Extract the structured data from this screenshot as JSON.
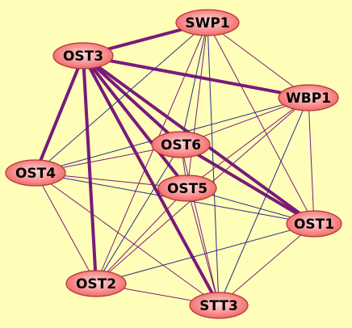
{
  "network": {
    "nodes": [
      {
        "id": "SWP1",
        "label": "SWP1"
      },
      {
        "id": "OST3",
        "label": "OST3"
      },
      {
        "id": "WBP1",
        "label": "WBP1"
      },
      {
        "id": "OST6",
        "label": "OST6"
      },
      {
        "id": "OST4",
        "label": "OST4"
      },
      {
        "id": "OST5",
        "label": "OST5"
      },
      {
        "id": "OST1",
        "label": "OST1"
      },
      {
        "id": "OST2",
        "label": "OST2"
      },
      {
        "id": "STT3",
        "label": "STT3"
      }
    ],
    "edges": [
      {
        "from": "OST3",
        "to": "SWP1",
        "strength": "strong"
      },
      {
        "from": "OST3",
        "to": "WBP1",
        "strength": "strong"
      },
      {
        "from": "OST3",
        "to": "OST6",
        "strength": "strong"
      },
      {
        "from": "OST3",
        "to": "OST5",
        "strength": "strong"
      },
      {
        "from": "OST3",
        "to": "OST1",
        "strength": "strong"
      },
      {
        "from": "OST3",
        "to": "OST4",
        "strength": "strong"
      },
      {
        "from": "OST3",
        "to": "OST2",
        "strength": "strong"
      },
      {
        "from": "OST3",
        "to": "STT3",
        "strength": "strong"
      },
      {
        "from": "OST6",
        "to": "OST1",
        "strength": "strong"
      },
      {
        "from": "SWP1",
        "to": "OST6",
        "strength": "weak"
      },
      {
        "from": "SWP1",
        "to": "OST5",
        "strength": "weak"
      },
      {
        "from": "SWP1",
        "to": "WBP1",
        "strength": "weak"
      },
      {
        "from": "SWP1",
        "to": "OST4",
        "strength": "weak"
      },
      {
        "from": "SWP1",
        "to": "OST1",
        "strength": "weak"
      },
      {
        "from": "SWP1",
        "to": "OST2",
        "strength": "weak"
      },
      {
        "from": "SWP1",
        "to": "STT3",
        "strength": "weak"
      },
      {
        "from": "WBP1",
        "to": "OST6",
        "strength": "weak"
      },
      {
        "from": "WBP1",
        "to": "OST5",
        "strength": "weak"
      },
      {
        "from": "WBP1",
        "to": "OST4",
        "strength": "weak"
      },
      {
        "from": "WBP1",
        "to": "OST1",
        "strength": "weak"
      },
      {
        "from": "WBP1",
        "to": "OST2",
        "strength": "weak"
      },
      {
        "from": "WBP1",
        "to": "STT3",
        "strength": "weak"
      },
      {
        "from": "OST6",
        "to": "OST4",
        "strength": "weak"
      },
      {
        "from": "OST6",
        "to": "OST5",
        "strength": "weak"
      },
      {
        "from": "OST6",
        "to": "OST2",
        "strength": "weak"
      },
      {
        "from": "OST6",
        "to": "STT3",
        "strength": "weak"
      },
      {
        "from": "OST4",
        "to": "OST5",
        "strength": "weak"
      },
      {
        "from": "OST4",
        "to": "OST1",
        "strength": "weak"
      },
      {
        "from": "OST4",
        "to": "OST2",
        "strength": "weak"
      },
      {
        "from": "OST4",
        "to": "STT3",
        "strength": "weak"
      },
      {
        "from": "OST5",
        "to": "OST1",
        "strength": "weak"
      },
      {
        "from": "OST5",
        "to": "OST2",
        "strength": "weak"
      },
      {
        "from": "OST5",
        "to": "STT3",
        "strength": "weak"
      },
      {
        "from": "OST1",
        "to": "OST2",
        "strength": "weak"
      },
      {
        "from": "OST1",
        "to": "STT3",
        "strength": "weak"
      },
      {
        "from": "OST2",
        "to": "STT3",
        "strength": "weak"
      }
    ]
  },
  "colors": {
    "background": "#fefeb9",
    "edge": "#7a1a7a",
    "edge_alt": "#2a2a8a",
    "node_fill_light": "#ffd8d8",
    "node_fill_dark": "#f06060",
    "node_stroke": "#b83030",
    "label": "#000000"
  }
}
